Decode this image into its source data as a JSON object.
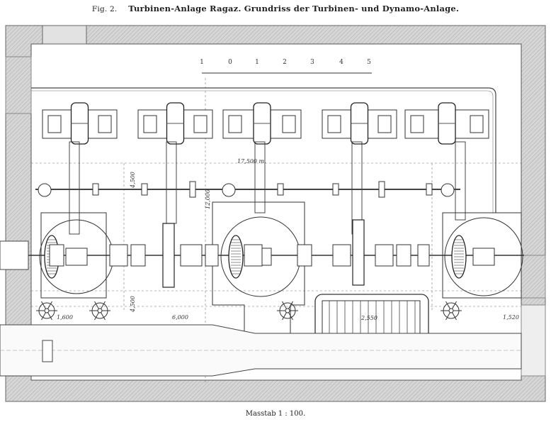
{
  "title": {
    "fig": "Fig. 2.",
    "main": "Turbinen-Anlage Ragaz.  Grundriss der Turbinen- und Dynamo-Anlage."
  },
  "scale_bar": {
    "ticks": [
      "1",
      "0",
      "1",
      "2",
      "3",
      "4",
      "5"
    ]
  },
  "dimensions": {
    "overall_length": "17,500 m.",
    "vertical_left": "4,500",
    "vertical_center": "12,000",
    "vertical_lower": "4,500",
    "bottom_left": "1,600",
    "bottom_mid": "6,000",
    "stair": "2,550",
    "bottom_right": "1,520"
  },
  "caption": "Masstab 1 : 100."
}
